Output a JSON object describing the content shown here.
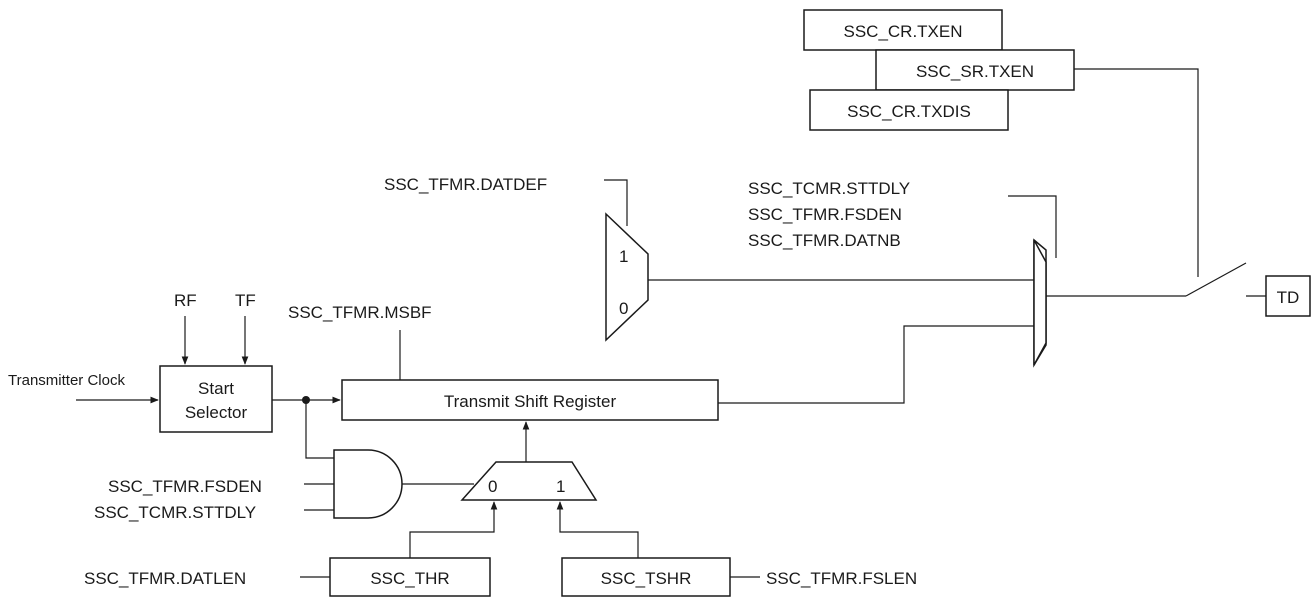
{
  "signals": {
    "ssc_cr_txen": "SSC_CR.TXEN",
    "ssc_sr_txen": "SSC_SR.TXEN",
    "ssc_cr_txdis": "SSC_CR.TXDIS",
    "tfmr_datdef": "SSC_TFMR.DATDEF",
    "tcmr_sttdly_top": "SSC_TCMR.STTDLY",
    "tfmr_fsden_top": "SSC_TFMR.FSDEN",
    "tfmr_datnb": "SSC_TFMR.DATNB",
    "tfmr_msbf": "SSC_TFMR.MSBF",
    "rf": "RF",
    "tf": "TF",
    "transmitter_clock": "Transmitter Clock",
    "tfmr_fsden": "SSC_TFMR.FSDEN",
    "tcmr_sttdly": "SSC_TCMR.STTDLY",
    "tfmr_datlen": "SSC_TFMR.DATLEN",
    "tfmr_fslen": "SSC_TFMR.FSLEN"
  },
  "blocks": {
    "start_selector_line1": "Start",
    "start_selector_line2": "Selector",
    "transmit_shift_register": "Transmit Shift Register",
    "ssc_thr": "SSC_THR",
    "ssc_tshr": "SSC_TSHR",
    "td": "TD"
  },
  "mux_inputs": {
    "datdef_mux_in1": "1",
    "datdef_mux_in0": "0",
    "load_mux_in0": "0",
    "load_mux_in1": "1"
  }
}
